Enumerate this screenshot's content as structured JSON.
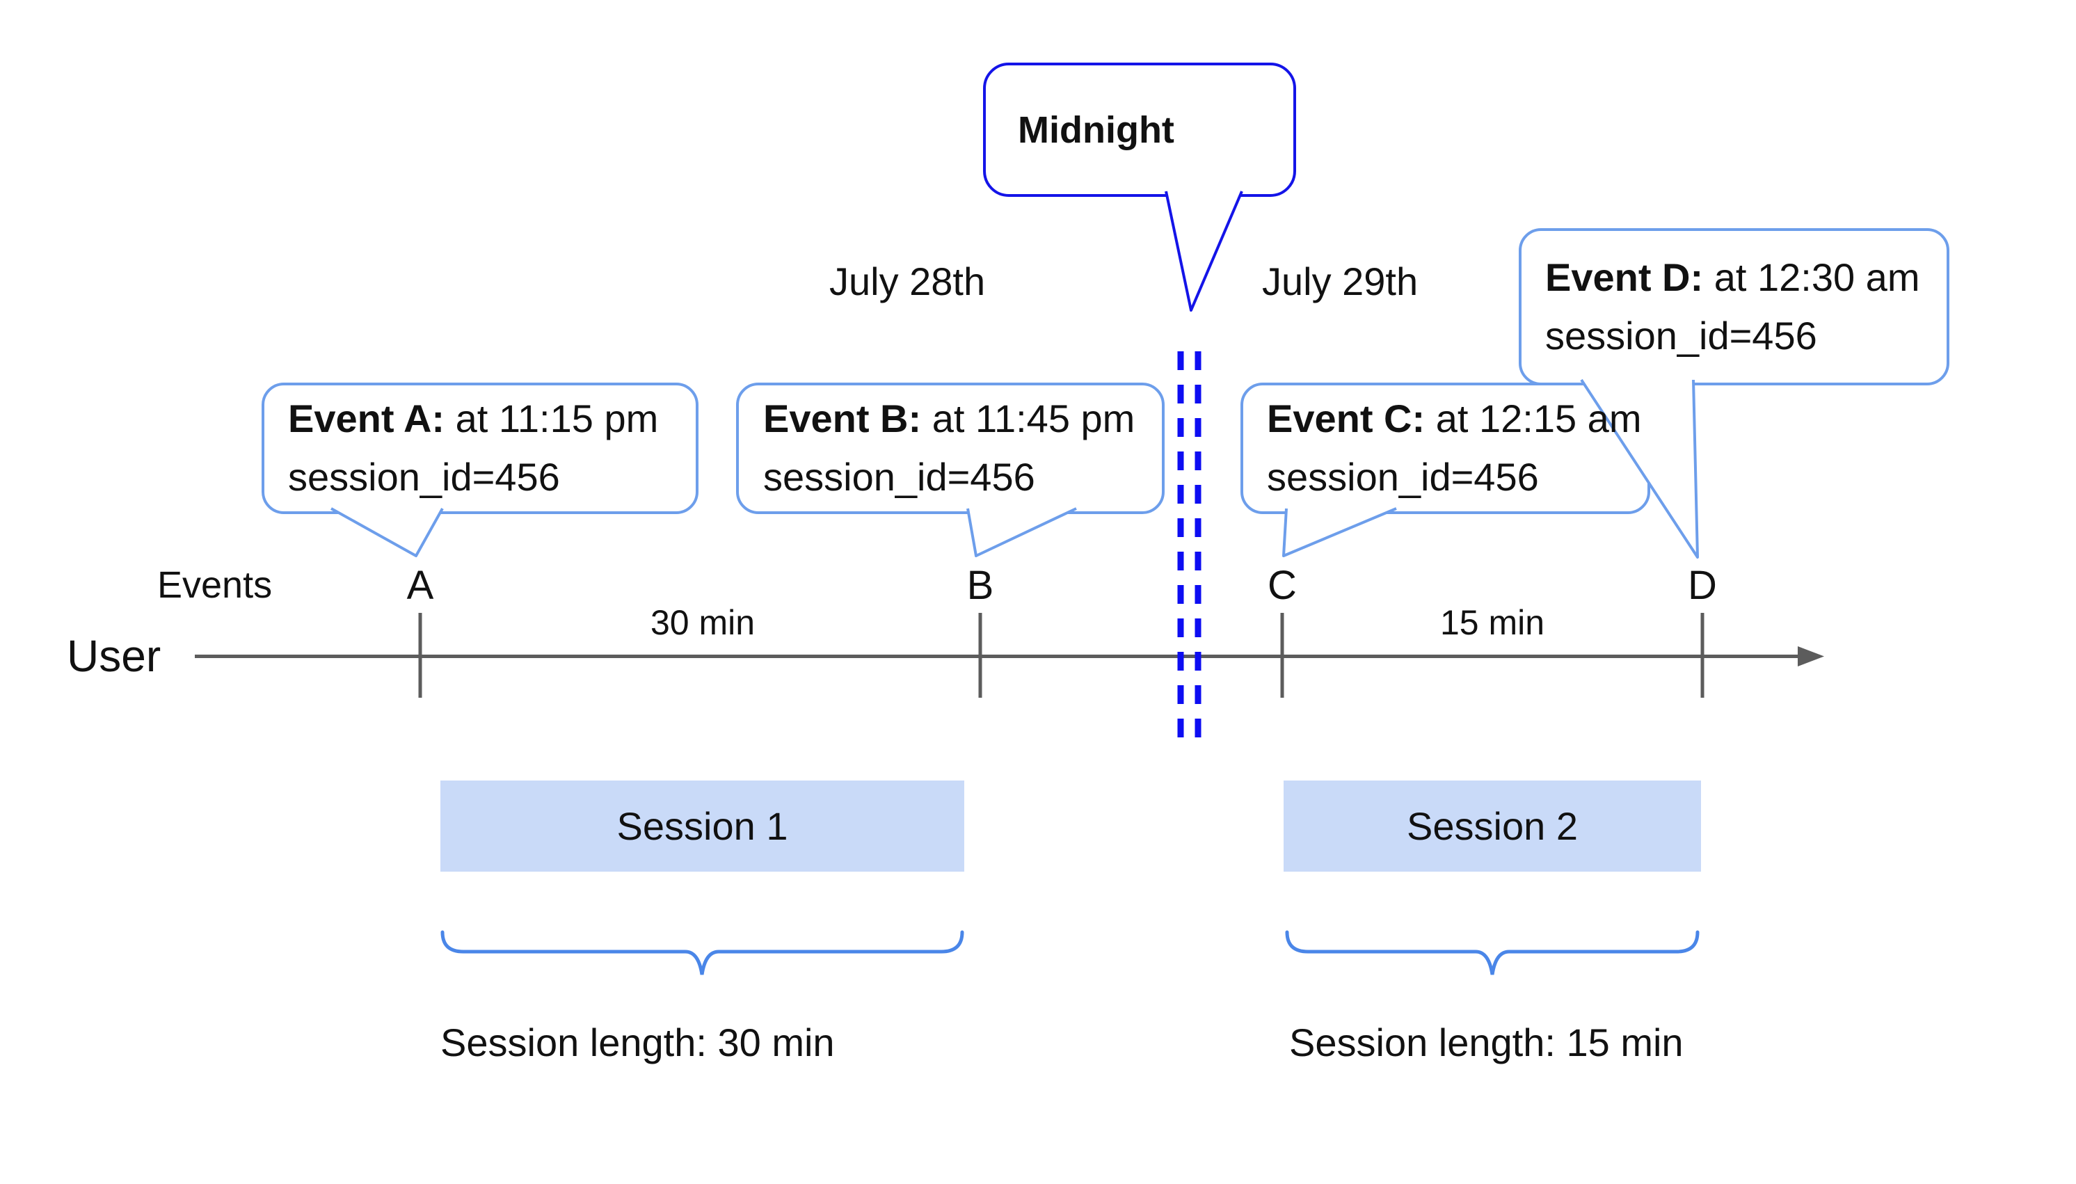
{
  "midnight": {
    "label": "Midnight"
  },
  "dates": {
    "before": "July 28th",
    "after": "July 29th"
  },
  "axis": {
    "events_label": "Events",
    "user_label": "User"
  },
  "ticks": [
    {
      "label": "A"
    },
    {
      "label": "B"
    },
    {
      "label": "C"
    },
    {
      "label": "D"
    }
  ],
  "gaps": [
    {
      "label": "30 min"
    },
    {
      "label": "15 min"
    }
  ],
  "events": [
    {
      "name": "Event A:",
      "time": " at 11:15 pm",
      "session": "session_id=456"
    },
    {
      "name": "Event B:",
      "time": " at 11:45 pm",
      "session": "session_id=456"
    },
    {
      "name": "Event C:",
      "time": " at 12:15 am",
      "session": "session_id=456"
    },
    {
      "name": "Event D:",
      "time": " at 12:30 am",
      "session": "session_id=456"
    }
  ],
  "sessions": [
    {
      "label": "Session 1",
      "length": "Session length: 30 min"
    },
    {
      "label": "Session 2",
      "length": "Session length: 15 min"
    }
  ],
  "colors": {
    "callout_border_light": "#6d9eeb",
    "callout_border_dark": "#1414e8",
    "midnight_dash": "#0d0df2",
    "timeline_gray": "#5c5c5c",
    "session_fill": "#c9daf8",
    "brace_blue": "#4a86e8",
    "text": "#111111"
  }
}
